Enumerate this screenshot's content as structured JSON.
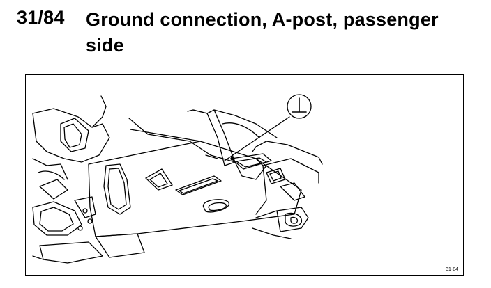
{
  "heading": {
    "number": "31/84",
    "title": "Ground connection, A-post, passenger side"
  },
  "figure": {
    "callout_symbol": "⊥",
    "code": "31-84",
    "icons": [
      "ground-symbol-icon"
    ]
  }
}
